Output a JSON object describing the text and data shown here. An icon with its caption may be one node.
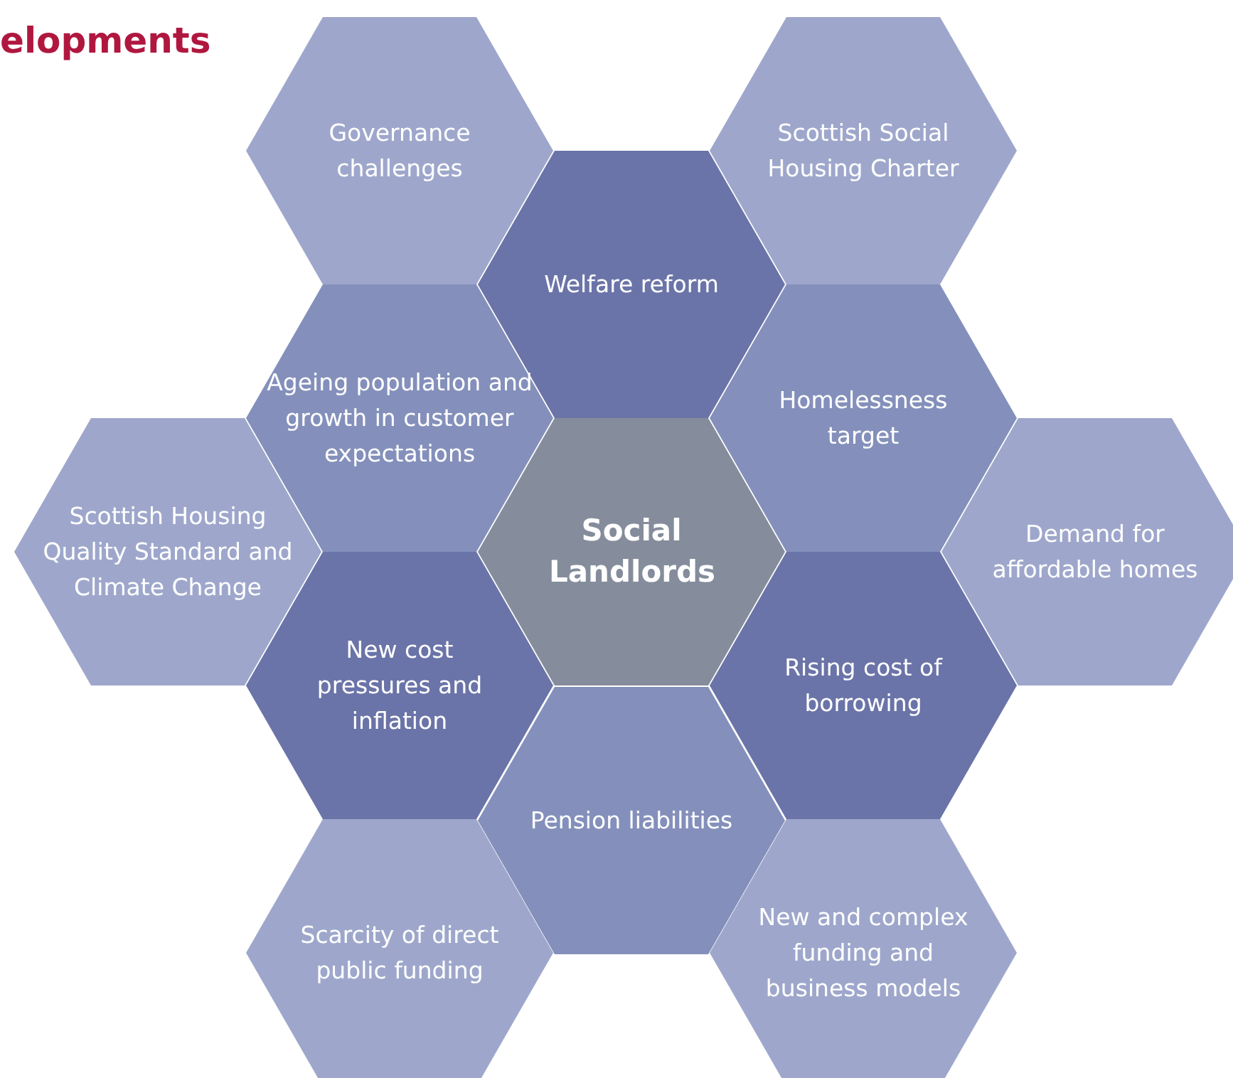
{
  "diagram": {
    "title": "elopments",
    "nodes": [
      {
        "text": [
          "Governance challenges"
        ]
      },
      {
        "text": [
          "Scottish Social Housing Charter"
        ]
      },
      {
        "text": [
          "Welfare reform"
        ]
      },
      {
        "text": [
          "Ageing population and growth in customer expectations"
        ]
      },
      {
        "text": [
          "Homelessness target"
        ]
      },
      {
        "text": [
          "Scottish Housing Quality Standard and Climate Change"
        ]
      },
      {
        "text": [
          "Social Landlords"
        ]
      },
      {
        "text": [
          "Demand for affordable homes"
        ]
      },
      {
        "text": [
          "New cost pressures and inflation"
        ]
      },
      {
        "text": [
          "Rising cost of borrowing"
        ]
      },
      {
        "text": [
          "Pension liabilities"
        ]
      },
      {
        "text": [
          "Scarcity of direct public funding"
        ]
      },
      {
        "text": [
          "New and complex funding and business models"
        ]
      }
    ]
  }
}
